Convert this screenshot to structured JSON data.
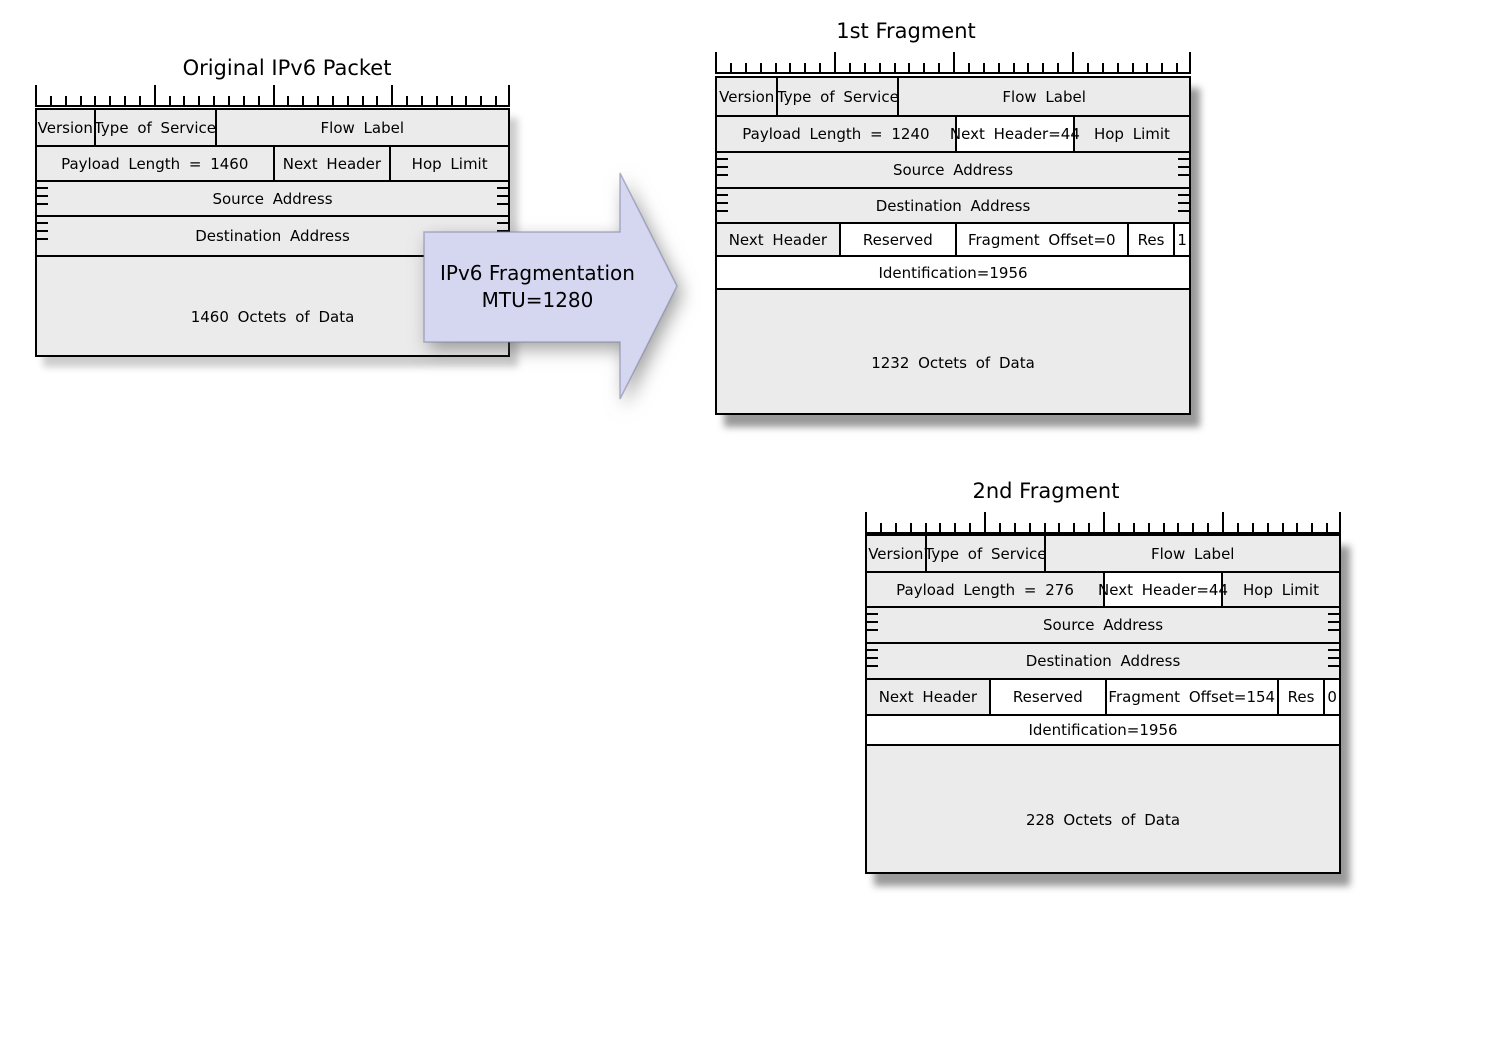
{
  "colors": {
    "cell_fill": "#ebebeb",
    "white_fill": "#ffffff",
    "border": "#000000",
    "arrow_fill": "#d5d7f1"
  },
  "original": {
    "title": "Original IPv6 Packet",
    "version": "Version",
    "tos": "Type of Service",
    "flow": "Flow Label",
    "payload": "Payload Length = 1460",
    "next_header": "Next Header",
    "hop": "Hop Limit",
    "source": "Source Address",
    "destination": "Destination Address",
    "data": "1460 Octets of Data"
  },
  "arrow": {
    "line1": "IPv6 Fragmentation",
    "line2": "MTU=1280"
  },
  "fragment1": {
    "title": "1st Fragment",
    "version": "Version",
    "tos": "Type of Service",
    "flow": "Flow Label",
    "payload": "Payload Length = 1240",
    "next_header": "Next Header=44",
    "hop": "Hop Limit",
    "source": "Source Address",
    "destination": "Destination Address",
    "frag_next_header": "Next Header",
    "reserved": "Reserved",
    "frag_offset": "Fragment Offset=0",
    "res": "Res",
    "m_flag": "1",
    "identification": "Identification=1956",
    "data": "1232 Octets of Data"
  },
  "fragment2": {
    "title": "2nd Fragment",
    "version": "Version",
    "tos": "Type of Service",
    "flow": "Flow Label",
    "payload": "Payload Length = 276",
    "next_header": "Next Header=44",
    "hop": "Hop Limit",
    "source": "Source Address",
    "destination": "Destination Address",
    "frag_next_header": "Next Header",
    "reserved": "Reserved",
    "frag_offset": "Fragment Offset=154",
    "res": "Res",
    "m_flag": "0",
    "identification": "Identification=1956",
    "data": "228 Octets of Data"
  }
}
